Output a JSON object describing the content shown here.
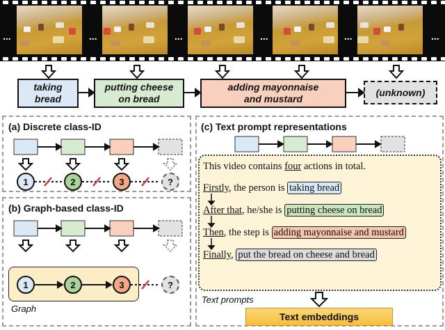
{
  "film": {
    "ellipsis": "..."
  },
  "actions": [
    {
      "label_line1": "taking",
      "label_line2": "bread",
      "color": "#dbe9f7"
    },
    {
      "label_line1": "putting cheese",
      "label_line2": "on bread",
      "color": "#d6ebcf"
    },
    {
      "label_line1": "adding mayonnaise",
      "label_line2": "and mustard",
      "color": "#f8d0bd"
    },
    {
      "label_line1": "(unknown)",
      "label_line2": "",
      "color": "#e2e2e2"
    }
  ],
  "panel_a": {
    "title": "(a) Discrete class-ID",
    "nodes": [
      "1",
      "2",
      "3",
      "?"
    ]
  },
  "panel_b": {
    "title": "(b) Graph-based class-ID",
    "nodes": [
      "1",
      "2",
      "3",
      "?"
    ],
    "graph_label": "Graph",
    "graph_color": "#fbeec6"
  },
  "panel_c": {
    "title": "(c) Text prompt representations",
    "line1_pre": "This video contains ",
    "line1_u": "four",
    "line1_post": " actions in total.",
    "line2_pre": "Firstly",
    "line2_mid": ", the person is ",
    "line2_hl": "taking bread",
    "line3_pre": "After that",
    "line3_mid": ", he/she is ",
    "line3_hl": "putting cheese on bread",
    "line4_pre": "Then",
    "line4_mid": ", the step is ",
    "line4_hl": "adding mayonnaise and mustard",
    "line5_pre": "Finally",
    "line5_mid": ", ",
    "line5_hl": "put the bread on cheese and bread",
    "prompts_label": "Text prompts",
    "embeddings_label": "Text embeddings",
    "prompt_bg": "#fdf3d6",
    "embed_color": "#f9c94e"
  }
}
